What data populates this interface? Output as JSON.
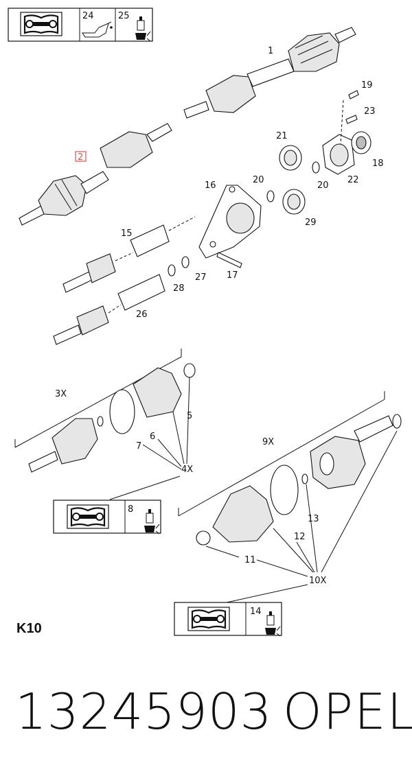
{
  "page": {
    "section_code": "K10",
    "part_number": "13245903",
    "brand": "OPEL"
  },
  "legend_boxes": [
    {
      "id": "top",
      "items": [
        "24",
        "25"
      ]
    },
    {
      "id": "mid",
      "items": [
        "8"
      ]
    },
    {
      "id": "bottom",
      "items": [
        "14"
      ]
    }
  ],
  "callouts": {
    "c1": "1",
    "c2": "2",
    "c3x": "3X",
    "c4x": "4X",
    "c5": "5",
    "c6": "6",
    "c7": "7",
    "c9x": "9X",
    "c10x": "10X",
    "c11": "11",
    "c12": "12",
    "c13": "13",
    "c15": "15",
    "c16": "16",
    "c17": "17",
    "c18": "18",
    "c19": "19",
    "c20a": "20",
    "c20b": "20",
    "c21": "21",
    "c22": "22",
    "c23": "23",
    "c26": "26",
    "c27": "27",
    "c28": "28",
    "c29": "29"
  },
  "colors": {
    "highlight": "#d9534f",
    "line": "#111111"
  }
}
